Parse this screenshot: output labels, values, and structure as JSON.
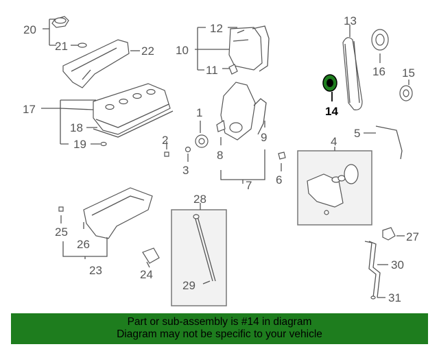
{
  "callouts": {
    "c1": "1",
    "c2": "2",
    "c3": "3",
    "c4": "4",
    "c5": "5",
    "c6": "6",
    "c7": "7",
    "c8": "8",
    "c9": "9",
    "c10": "10",
    "c11": "11",
    "c12": "12",
    "c13": "13",
    "c14": "14",
    "c15": "15",
    "c16": "16",
    "c17": "17",
    "c18": "18",
    "c19": "19",
    "c20": "20",
    "c21": "21",
    "c22": "22",
    "c23": "23",
    "c24": "24",
    "c25": "25",
    "c26": "26",
    "c27": "27",
    "c28": "28",
    "c29": "29",
    "c30": "30",
    "c31": "31"
  },
  "highlight": {
    "part": "14",
    "color": "#1e7d1e"
  },
  "banner": {
    "line1": "Part or sub-assembly is #14 in diagram",
    "line2": "Diagram may not be specific to your vehicle",
    "color": "#1e7d1e"
  }
}
